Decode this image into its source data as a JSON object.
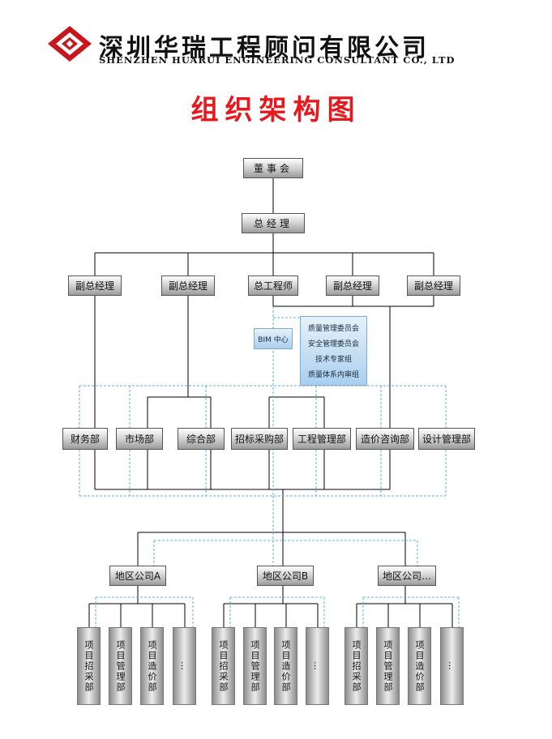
{
  "company": {
    "name_cn": "深圳华瑞工程顾问有限公司",
    "name_en": "SHENZHEN HUARUI ENGINEERING CONSULTANT CO., LTD"
  },
  "title": "组织架构图",
  "top": {
    "board": "董事会",
    "gm": "总经理"
  },
  "tier2": [
    "副总经理",
    "副总经理",
    "总工程师",
    "副总经理",
    "副总经理"
  ],
  "bim": "BIM 中心",
  "committee": [
    "质量管理委员会",
    "安全管理委员会",
    "技术专家组",
    "质量体系内审组"
  ],
  "departments": [
    "财务部",
    "市场部",
    "综合部",
    "招标采购部",
    "工程管理部",
    "造价咨询部",
    "设计管理部"
  ],
  "branches": [
    "地区公司A",
    "地区公司B",
    "地区公司…"
  ],
  "projects": [
    "项目招采部",
    "项目管理部",
    "项目造价部",
    "…"
  ],
  "colors": {
    "title": "#e8191e",
    "dashed": "#5fb3e6",
    "line": "#000000"
  }
}
